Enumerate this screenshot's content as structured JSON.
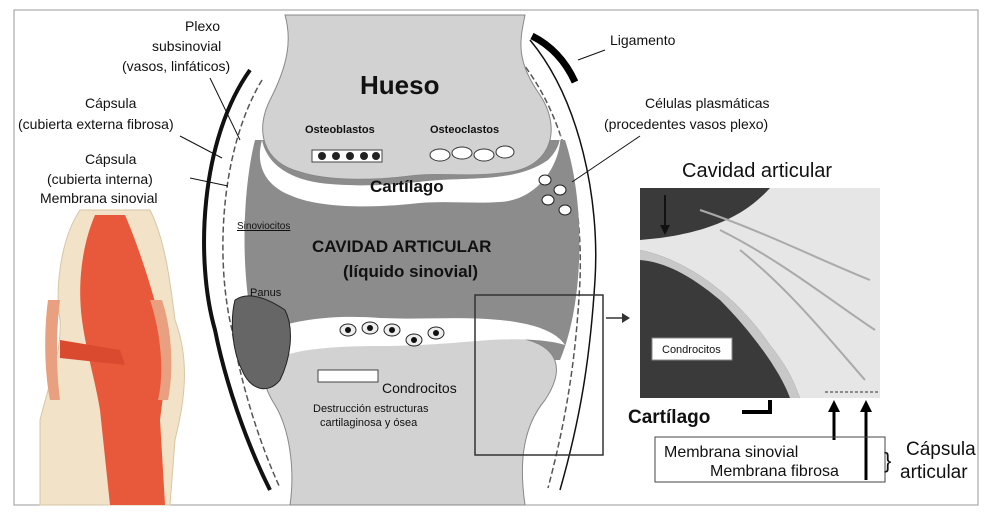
{
  "labels": {
    "hueso": "Hueso",
    "osteoblastos": "Osteoblastos",
    "osteoclastos": "Osteoclastos",
    "cartilago_top": "Cartílago",
    "cavidad_main": "CAVIDAD ARTICULAR",
    "liquido": "(líquido sinovial)",
    "sinoviocitos": "Sinoviocitos",
    "panus": "Panus",
    "condrocitos": "Condrocitos",
    "destruccion_1": "Destrucción estructuras",
    "destruccion_2": "cartilaginosa y ósea",
    "plexo_1": "Plexo",
    "plexo_2": "subsinovial",
    "plexo_3": "(vasos, linfáticos)",
    "capsula_ext_1": "Cápsula",
    "capsula_ext_2": "(cubierta externa fibrosa)",
    "capsula_int_1": "Cápsula",
    "capsula_int_2": "(cubierta interna)",
    "capsula_int_3": "Membrana sinovial",
    "ligamento": "Ligamento",
    "plasmaticas_1": "Células plasmáticas",
    "plasmaticas_2": "(procedentes vasos plexo)",
    "cavidad_micro": "Cavidad articular",
    "condrocitos_micro": "Condrocitos",
    "cartilago_micro": "Cartílago",
    "membrana_sinovial": "Membrana sinovial",
    "membrana_fibrosa": "Membrana fibrosa",
    "capsula_art_1": "Cápsula",
    "capsula_art_2": "articular"
  },
  "colors": {
    "bone": "#d2d2d2",
    "cavity": "#8c8c8c",
    "cartilage": "#ffffff",
    "knee_muscle": "#e8583a",
    "knee_bone": "#f1e2c8",
    "micro_dark": "#3a3a3a"
  }
}
